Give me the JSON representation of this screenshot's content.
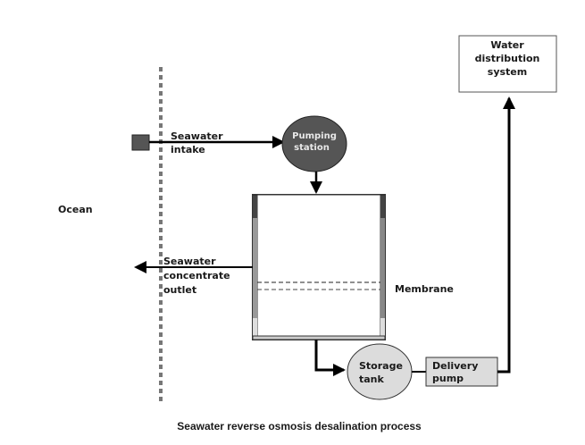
{
  "diagram": {
    "title": "Seawater reverse osmosis desalination process",
    "regions": {
      "ocean": "Ocean"
    },
    "nodes": {
      "intake": {
        "line1": "Seawater",
        "line2": "intake"
      },
      "pumping_station": {
        "line1": "Pumping",
        "line2": "station"
      },
      "membrane": {
        "label": "Membrane"
      },
      "concentrate_outlet": {
        "line1": "Seawater",
        "line2": "concentrate",
        "line3": "outlet"
      },
      "storage_tank": {
        "line1": "Storage",
        "line2": "tank"
      },
      "delivery_pump": {
        "line1": "Delivery",
        "line2": "pump"
      },
      "distribution": {
        "line1": "Water",
        "line2": "distribution",
        "line3": "system"
      }
    },
    "colors": {
      "pumping_station_fill": "#555555",
      "intake_block_fill": "#555555",
      "storage_tank_fill": "#dcdcdc",
      "delivery_pump_fill": "#dcdcdc",
      "arrow": "#000000",
      "shoreline": "#777777"
    }
  }
}
